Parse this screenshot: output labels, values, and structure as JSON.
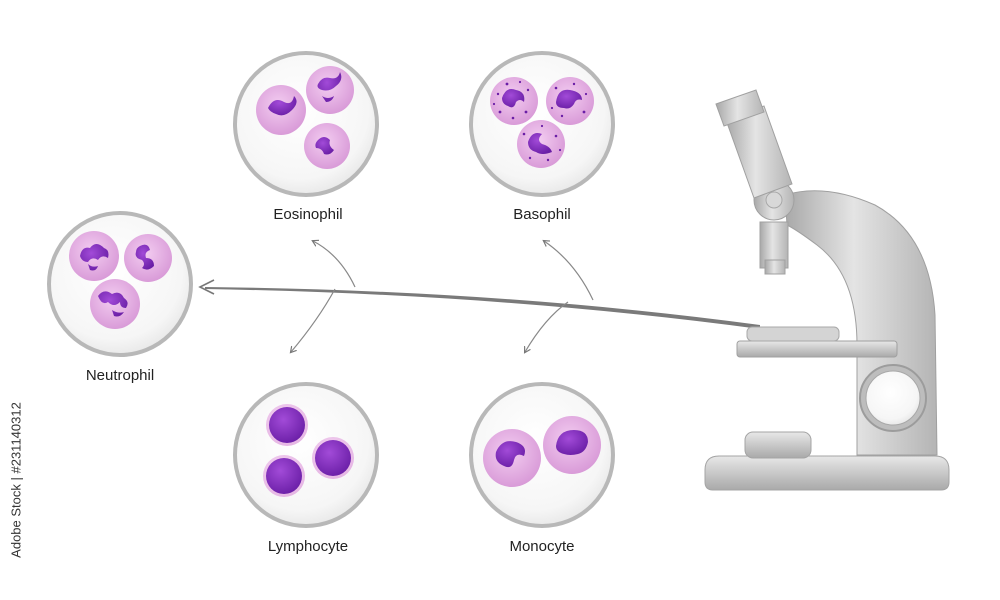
{
  "labels": {
    "eosinophil": "Eosinophil",
    "basophil": "Basophil",
    "neutrophil": "Neutrophil",
    "lymphocyte": "Lymphocyte",
    "monocyte": "Monocyte"
  },
  "watermark": "Adobe Stock | #231140312",
  "colors": {
    "cytoplasm": "#e8b3e6",
    "nucleus": "#7e2ab8",
    "nucleus_dark": "#5a1a90",
    "circle_border": "#b8b8b8",
    "arrow": "#777777",
    "microscope": "#c9c9c9"
  }
}
